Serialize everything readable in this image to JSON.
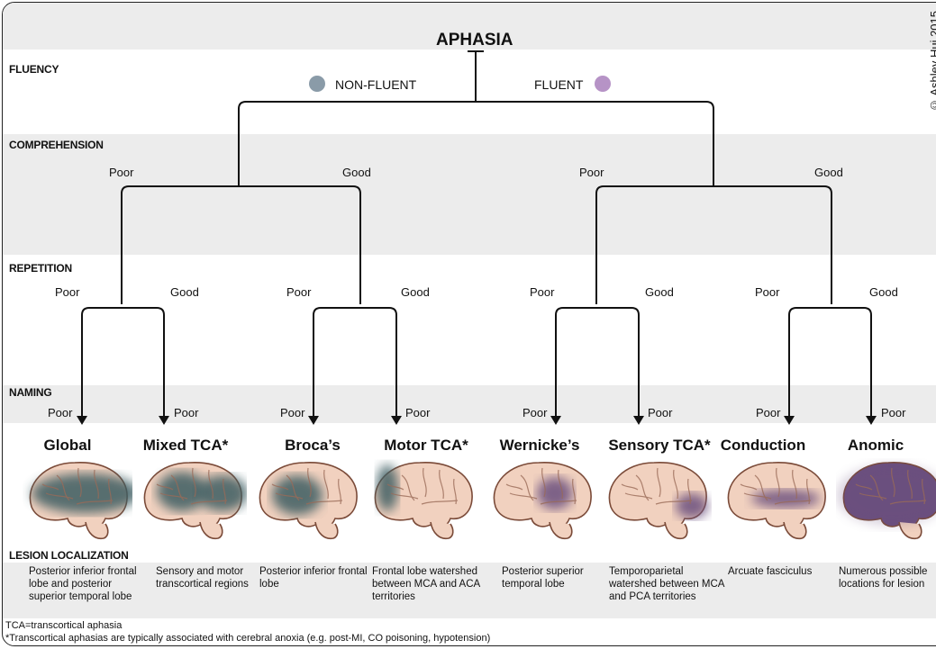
{
  "title": "APHASIA",
  "copyright": "© Ashley Hui 2015",
  "sections": {
    "fluency": "FLUENCY",
    "comprehension": "COMPREHENSION",
    "repetition": "REPETITION",
    "naming": "NAMING",
    "lesion": "LESION LOCALIZATION"
  },
  "fluency": {
    "non_fluent": "NON-FLUENT",
    "fluent": "FLUENT"
  },
  "branch_labels": {
    "poor": "Poor",
    "good": "Good"
  },
  "colors": {
    "non_fluent": "#8a9ba8",
    "fluent": "#b693c6",
    "band": "#ececec"
  },
  "types": [
    {
      "name": "Global",
      "naming": "Poor",
      "lesion": "Posterior inferior frontal lobe and posterior superior temporal lobe"
    },
    {
      "name": "Mixed TCA*",
      "naming": "Poor",
      "lesion": "Sensory and motor transcortical regions"
    },
    {
      "name": "Broca’s",
      "naming": "Poor",
      "lesion": "Posterior inferior frontal lobe"
    },
    {
      "name": "Motor TCA*",
      "naming": "Poor",
      "lesion": "Frontal lobe watershed between MCA and ACA territories"
    },
    {
      "name": "Wernicke’s",
      "naming": "Poor",
      "lesion": "Posterior superior temporal lobe"
    },
    {
      "name": "Sensory TCA*",
      "naming": "Poor",
      "lesion": "Temporoparietal watershed between MCA and PCA territories"
    },
    {
      "name": "Conduction",
      "naming": "Poor",
      "lesion": "Arcuate fasciculus"
    },
    {
      "name": "Anomic",
      "naming": "Poor",
      "lesion": "Numerous possible locations for lesion"
    }
  ],
  "footnotes": [
    "TCA=transcortical aphasia",
    "*Transcortical aphasias are typically associated with cerebral anoxia (e.g. post-MI, CO poisoning, hypotension)"
  ]
}
